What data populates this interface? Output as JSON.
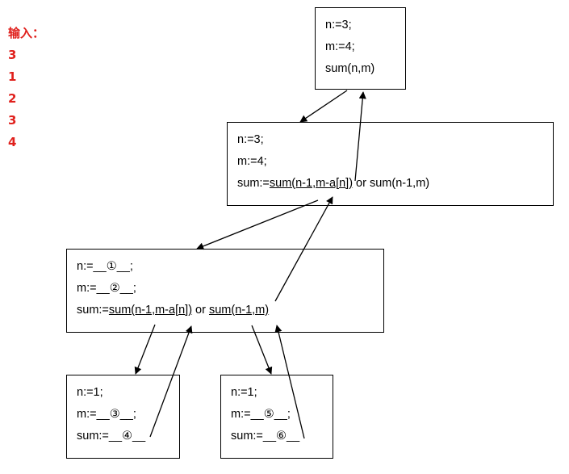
{
  "input": {
    "title": "输入：",
    "values": [
      "3",
      "1",
      "2",
      "3",
      "4"
    ]
  },
  "boxes": {
    "root": {
      "n": "n:=3;",
      "m": "m:=4;",
      "call": "sum(n,m)"
    },
    "level1": {
      "n": "n:=3;",
      "m": "m:=4;",
      "sum_prefix": "sum:=",
      "sum_call1": "sum(n-1,m-a[n])",
      "sum_or": " or sum(n-1,m)"
    },
    "level2": {
      "n": "n:=__①__;",
      "m": "m:=__②__;",
      "sum_prefix": "sum:=",
      "sum_call1": "sum(n-1,m-a[n])",
      "sum_or": " or ",
      "sum_call2": "sum(n-1,m)"
    },
    "leaf_a": {
      "n": "n:=1;",
      "m": "m:=__③__;",
      "sum": "sum:=__④__"
    },
    "leaf_b": {
      "n": "n:=1;",
      "m": "m:=__⑤__;",
      "sum": "sum:=__⑥__"
    }
  },
  "colors": {
    "input_text": "#e0201c",
    "lines": "#000000"
  }
}
